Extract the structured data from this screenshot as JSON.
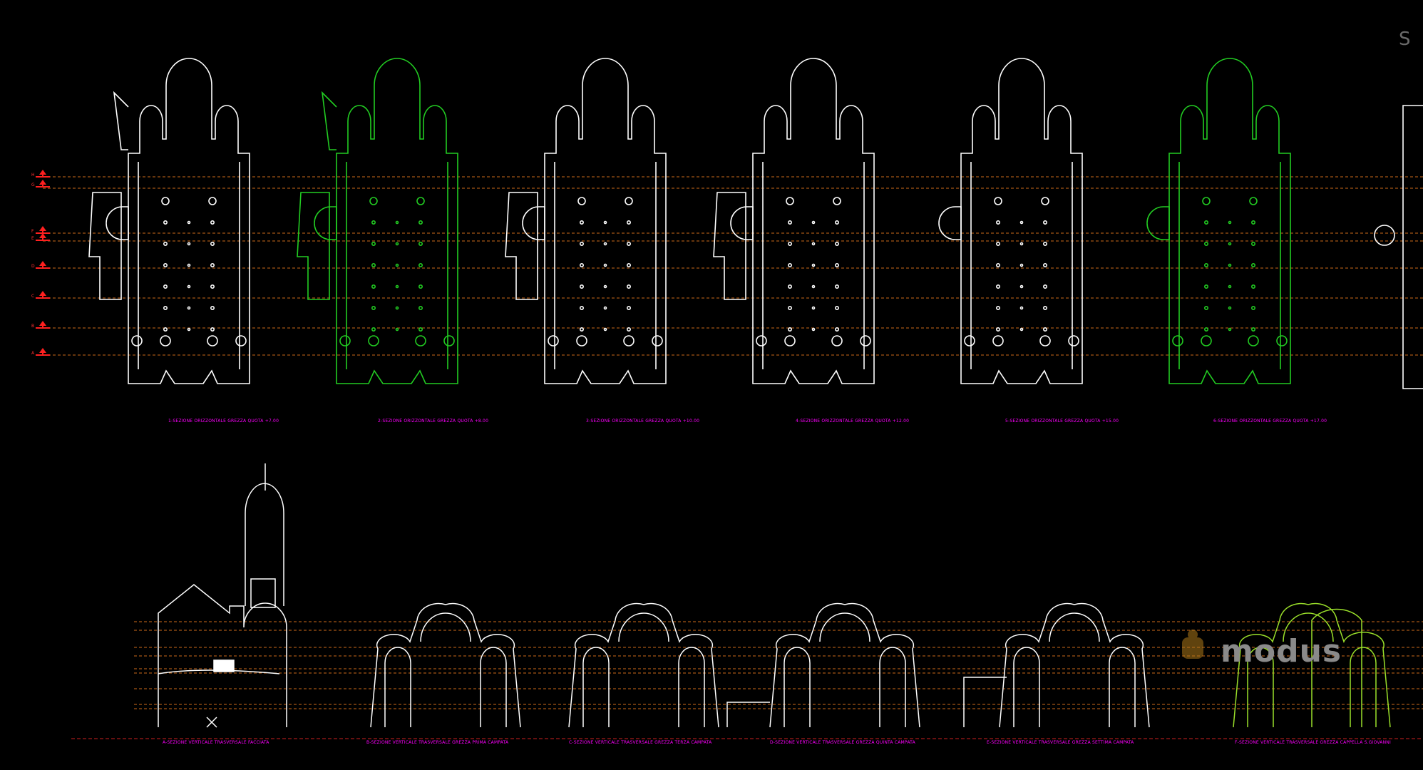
{
  "plan_labels": [
    "1-SEZIONE ORIZZONTALE GREZZA QUOTA +7.00",
    "2-SEZIONE ORIZZONTALE GREZZA QUOTA +8.00",
    "3-SEZIONE ORIZZONTALE GREZZA QUOTA +10.00",
    "4-SEZIONE ORIZZONTALE GREZZA QUOTA +12.00",
    "5-SEZIONE ORIZZONTALE GREZZA QUOTA +15.00",
    "6-SEZIONE ORIZZONTALE GREZZA QUOTA +17.00"
  ],
  "section_labels": [
    "A-SEZIONE VERTICALE TRASVERSALE FACCIATA",
    "B-SEZIONE VERTICALE TRASVERSALE GREZZA PRIMA CAMPATA",
    "C-SEZIONE VERTICALE TRASVERSALE GREZZA TERZA CAMPATA",
    "D-SEZIONE VERTICALE TRASVERSALE GREZZA QUINTA CAMPATA",
    "E-SEZIONE VERTICALE TRASVERSALE GREZZA SETTIMA CAMPATA",
    "F-SEZIONE VERTICALE TRASVERSALE GREZZA CAPPELLA S.GIOVANNI"
  ],
  "section_markers": [
    "H",
    "G",
    "F",
    "E",
    "D",
    "C",
    "B",
    "A"
  ],
  "watermark": "modus",
  "corner_mark": "S",
  "colors": {
    "plan": "#ffffff",
    "plan_highlight": "#22cc22",
    "cut_line": "#cc6a1a",
    "label": "#ff00ff",
    "marker": "#ff2020",
    "section_highlight": "#9adf2a"
  }
}
